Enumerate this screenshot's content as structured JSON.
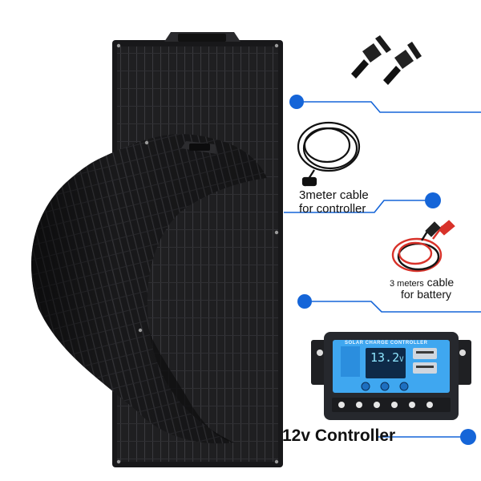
{
  "labels": {
    "controller_cable_line1": "3meter cable",
    "controller_cable_line2": "for controller",
    "battery_cable_prefix": "3 meters",
    "battery_cable_suffix": " cable",
    "battery_cable_line2": "for battery",
    "controller_title": "12v Controller",
    "lcd_header": "SOLAR CHARGE CONTROLLER",
    "lcd_reading": "13.2",
    "lcd_unit": "V"
  },
  "colors": {
    "accent_blue": "#1565d8",
    "panel_black": "#1c1c1e",
    "cable_red": "#d8322a",
    "controller_body": "#26282d",
    "lcd_blue": "#3fa7f0"
  },
  "icons": [
    "mc4-connector-icon",
    "usb-port-icon"
  ]
}
